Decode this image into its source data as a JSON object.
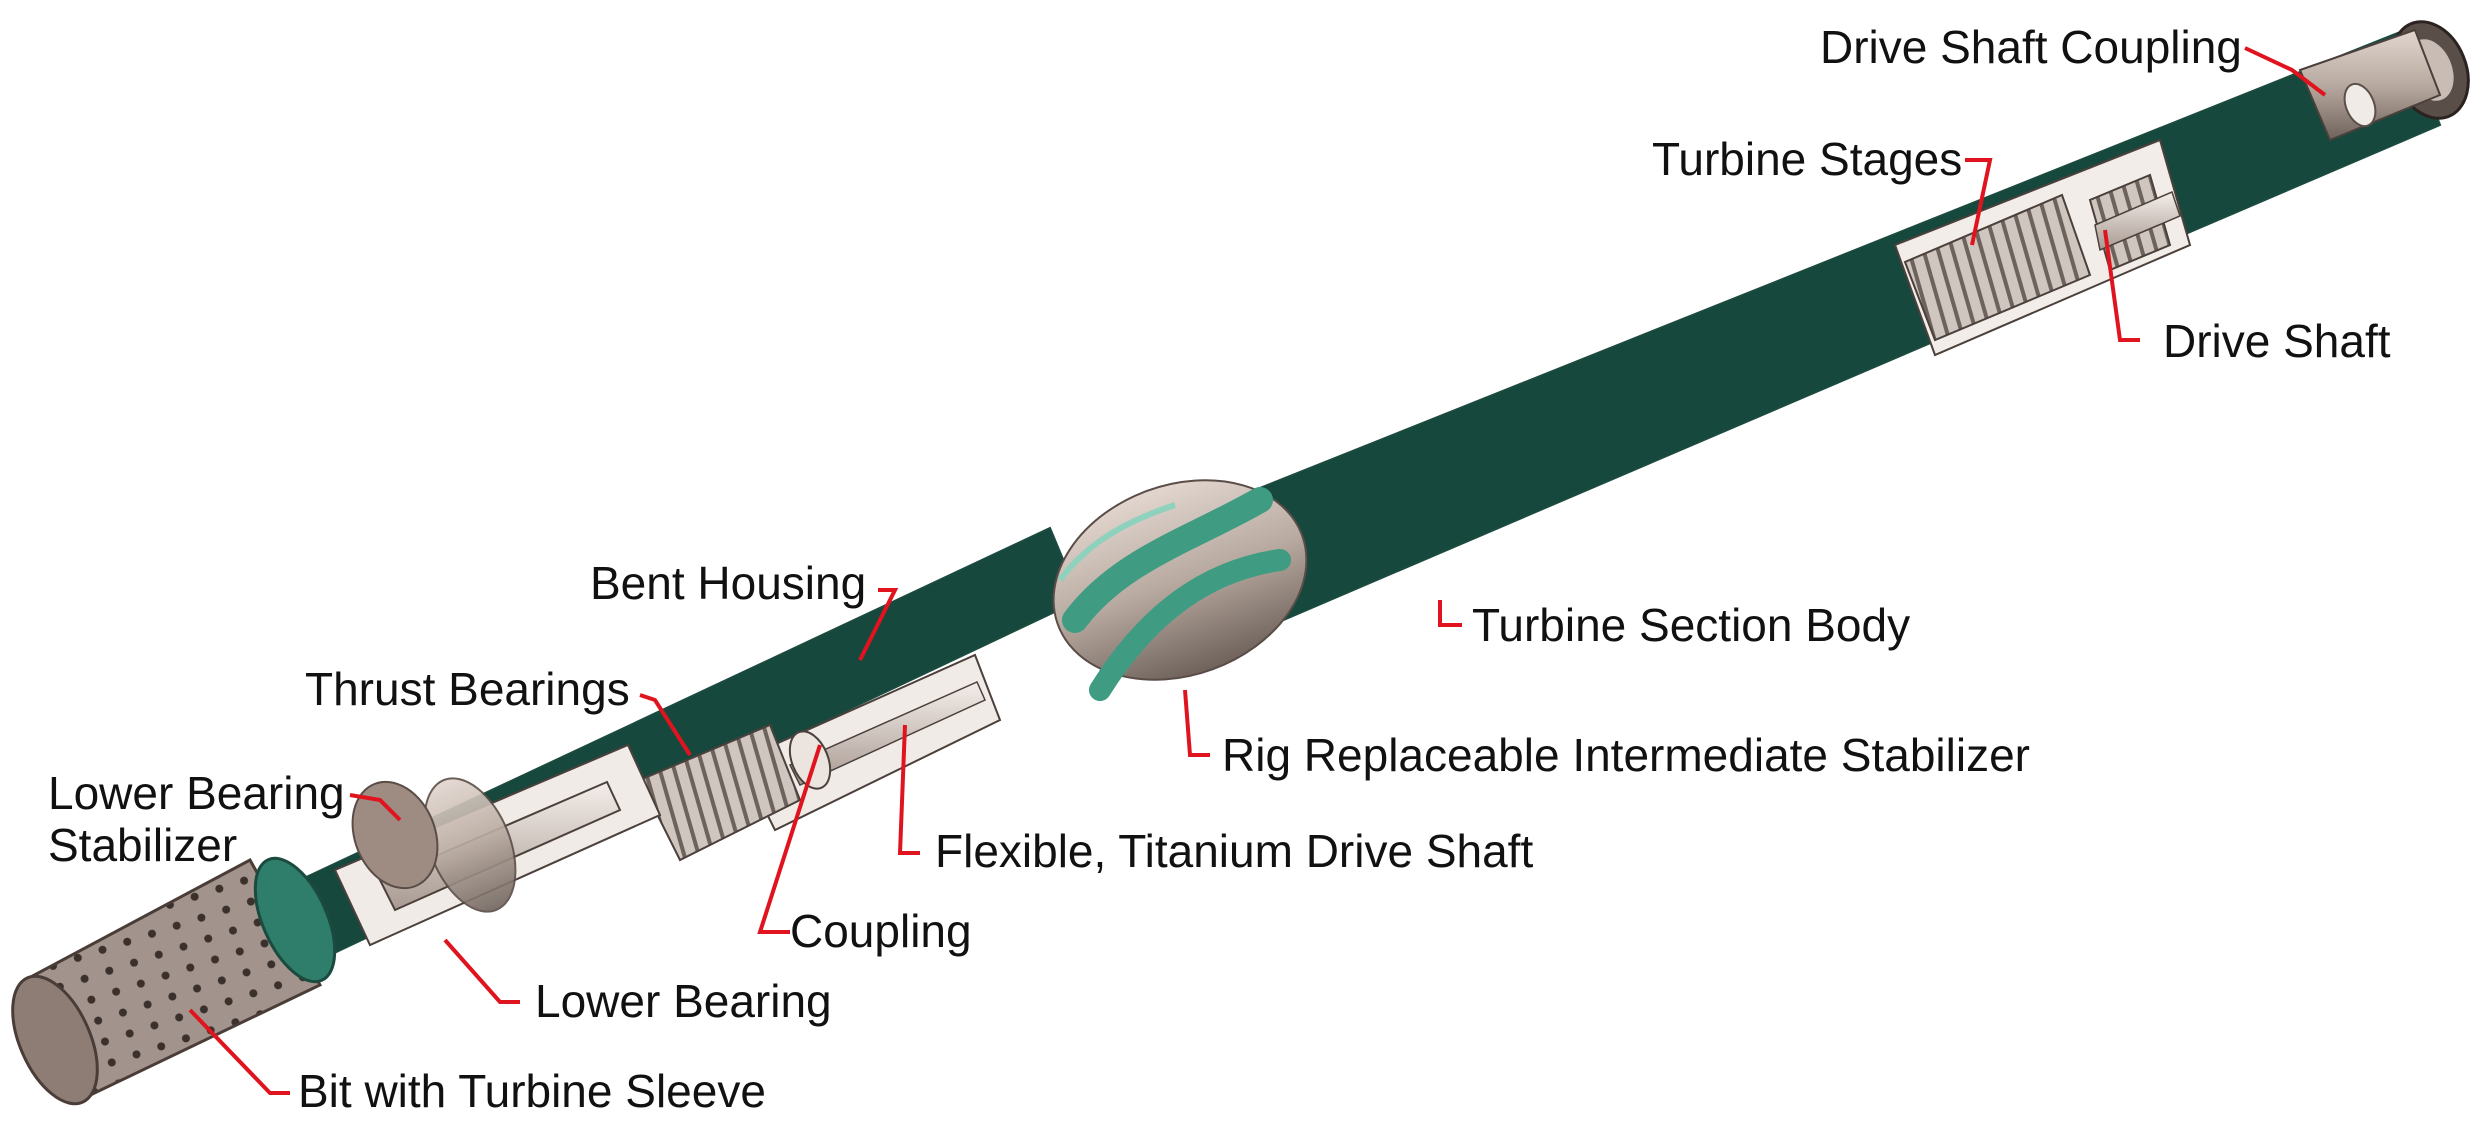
{
  "diagram": {
    "labels": {
      "drive_shaft_coupling": "Drive Shaft Coupling",
      "turbine_stages": "Turbine Stages",
      "drive_shaft": "Drive Shaft",
      "bent_housing": "Bent Housing",
      "turbine_section_body": "Turbine Section Body",
      "thrust_bearings": "Thrust Bearings",
      "rig_replaceable_stabilizer": "Rig Replaceable Intermediate Stabilizer",
      "lower_bearing_stabilizer_line1": "Lower Bearing",
      "lower_bearing_stabilizer_line2": "Stabilizer",
      "flexible_drive_shaft": "Flexible, Titanium Drive Shaft",
      "coupling": "Coupling",
      "lower_bearing": "Lower Bearing",
      "bit_with_turbine_sleeve": "Bit with Turbine Sleeve"
    },
    "colors": {
      "body_green": "#2f7d6b",
      "body_dark": "#1f5f50",
      "body_light": "#6fb09c",
      "steel": "#b8aaa0",
      "steel_dark": "#7d6e66",
      "leader_red": "#e0141e",
      "label_text": "#111111"
    }
  }
}
